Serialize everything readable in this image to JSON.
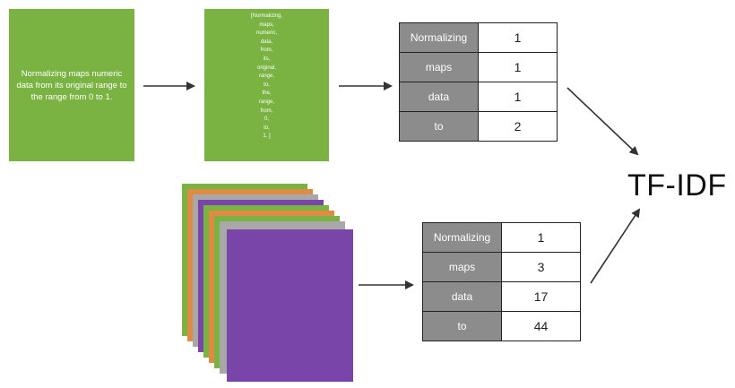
{
  "sentence_doc": {
    "text": "Normalizing maps numeric data from its original range to the range from 0 to 1."
  },
  "tokens_doc": {
    "open": "[Normalizing,",
    "tokens": [
      "maps,",
      "numeric,",
      "data,",
      "from,",
      "its,",
      "original,",
      "range,",
      "to,",
      "the,",
      "range,",
      "from,",
      "0,",
      "to,"
    ],
    "close": "1. ]"
  },
  "doc_table": {
    "rows": [
      {
        "term": "Normalizing",
        "count": "1"
      },
      {
        "term": "maps",
        "count": "1"
      },
      {
        "term": "data",
        "count": "1"
      },
      {
        "term": "to",
        "count": "2"
      }
    ]
  },
  "corpus_table": {
    "rows": [
      {
        "term": "Normalizing",
        "count": "1"
      },
      {
        "term": "maps",
        "count": "3"
      },
      {
        "term": "data",
        "count": "17"
      },
      {
        "term": "to",
        "count": "44"
      }
    ]
  },
  "result": {
    "label": "TF-IDF"
  },
  "colors": {
    "green": "#7ab342",
    "orange": "#e08a45",
    "purple": "#7a45a8",
    "gray": "#a8a8a8",
    "term_cell": "#8c8c8c"
  }
}
